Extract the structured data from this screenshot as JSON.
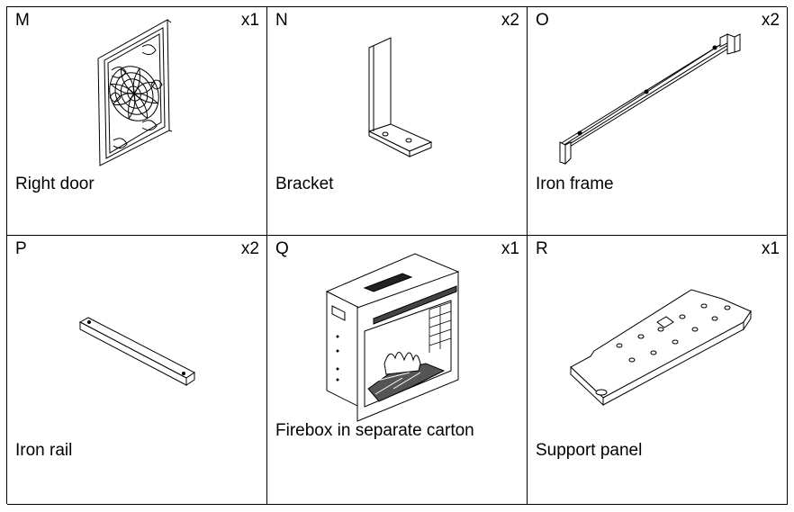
{
  "parts": [
    {
      "letter": "M",
      "qty": "x1",
      "name": "Right door",
      "icon": "right-door-icon"
    },
    {
      "letter": "N",
      "qty": "x2",
      "name": "Bracket",
      "icon": "bracket-icon"
    },
    {
      "letter": "O",
      "qty": "x2",
      "name": "Iron frame",
      "icon": "iron-frame-icon"
    },
    {
      "letter": "P",
      "qty": "x2",
      "name": "Iron rail",
      "icon": "iron-rail-icon"
    },
    {
      "letter": "Q",
      "qty": "x1",
      "name": "Firebox in separate carton",
      "icon": "firebox-icon"
    },
    {
      "letter": "R",
      "qty": "x1",
      "name": "Support panel",
      "icon": "support-panel-icon"
    }
  ]
}
